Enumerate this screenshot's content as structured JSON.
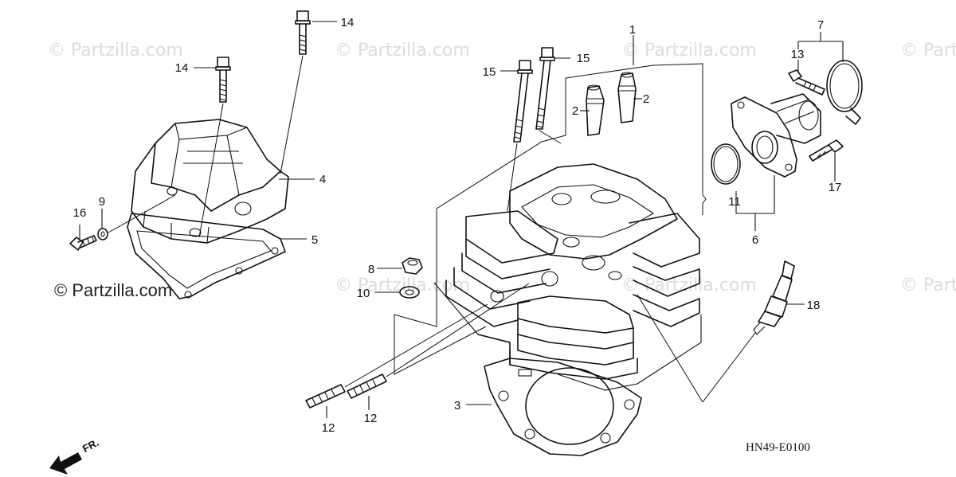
{
  "watermark": {
    "text": "© Partzilla.com"
  },
  "brand_text": "© Partzilla.com",
  "diagram_code": "HN49-E0100",
  "front_marker": "FR.",
  "callouts": {
    "p1": "1",
    "p2a": "2",
    "p2b": "2",
    "p3": "3",
    "p4": "4",
    "p5": "5",
    "p6": "6",
    "p7": "7",
    "p8": "8",
    "p9": "9",
    "p10": "10",
    "p11": "11",
    "p12a": "12",
    "p12b": "12",
    "p13": "13",
    "p14a": "14",
    "p14b": "14",
    "p15a": "15",
    "p15b": "15",
    "p16": "16",
    "p17": "17",
    "p18": "18"
  }
}
